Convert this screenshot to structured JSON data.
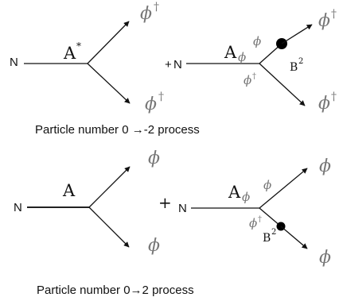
{
  "top": {
    "left": {
      "source": "N",
      "propagator": "A",
      "propagator_sup": "*",
      "out_upper": "ϕ",
      "out_upper_sup": "†",
      "out_lower": "ϕ",
      "out_lower_sup": "†"
    },
    "right": {
      "plus": "+",
      "source": "N",
      "propagator": "A",
      "propagator_sub": "ϕ",
      "inner_upper": "ϕ",
      "inner_lower": "ϕ",
      "inner_lower_sup": "†",
      "vertex": "B",
      "vertex_sup": "2",
      "out_upper": "ϕ",
      "out_upper_sup": "†",
      "out_lower": "ϕ",
      "out_lower_sup": "†"
    },
    "caption": "Particle number 0 →-2 process"
  },
  "bottom": {
    "left": {
      "source": "N",
      "propagator": "A",
      "out_upper": "ϕ",
      "out_lower": "ϕ"
    },
    "right": {
      "plus": "+",
      "source": "N",
      "propagator": "A",
      "propagator_sub": "ϕ",
      "inner_upper": "ϕ",
      "inner_lower": "ϕ",
      "inner_lower_sup": "†",
      "vertex": "B",
      "vertex_sup": "2",
      "out_upper": "ϕ",
      "out_lower": "ϕ"
    },
    "caption": "Particle number 0→2 process"
  }
}
